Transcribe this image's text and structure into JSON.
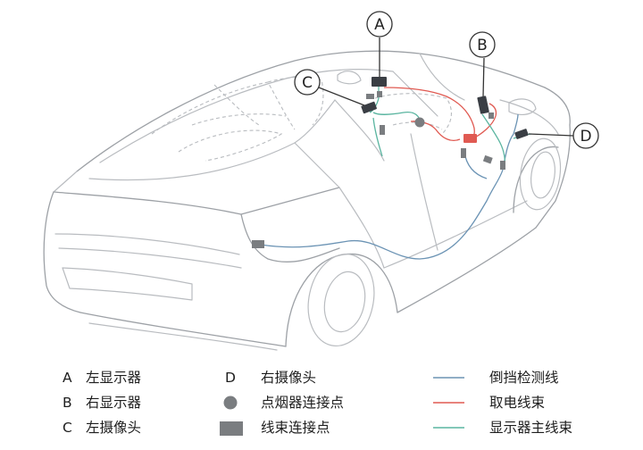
{
  "callouts": {
    "a": "A",
    "b": "B",
    "c": "C",
    "d": "D"
  },
  "legend": {
    "col1": [
      {
        "key": "A",
        "label": "左显示器"
      },
      {
        "key": "B",
        "label": "右显示器"
      },
      {
        "key": "C",
        "label": "左摄像头"
      }
    ],
    "col2": [
      {
        "key": "D",
        "label": "右摄像头"
      },
      {
        "label": "点烟器连接点"
      },
      {
        "label": "线束连接点"
      }
    ],
    "col3": [
      {
        "label": "倒挡检测线"
      },
      {
        "label": "取电线束"
      },
      {
        "label": "显示器主线束"
      }
    ]
  },
  "colors": {
    "reverse_line": "#6b93b4",
    "power_harness": "#e05a52",
    "display_harness": "#5ab5a0",
    "connector": "#7a7d80",
    "dark_device": "#3a3e44",
    "callout_stroke": "#333333"
  },
  "icons": {
    "lighter_point": "filled-circle-icon",
    "harness_connector": "filled-rectangle-icon"
  }
}
